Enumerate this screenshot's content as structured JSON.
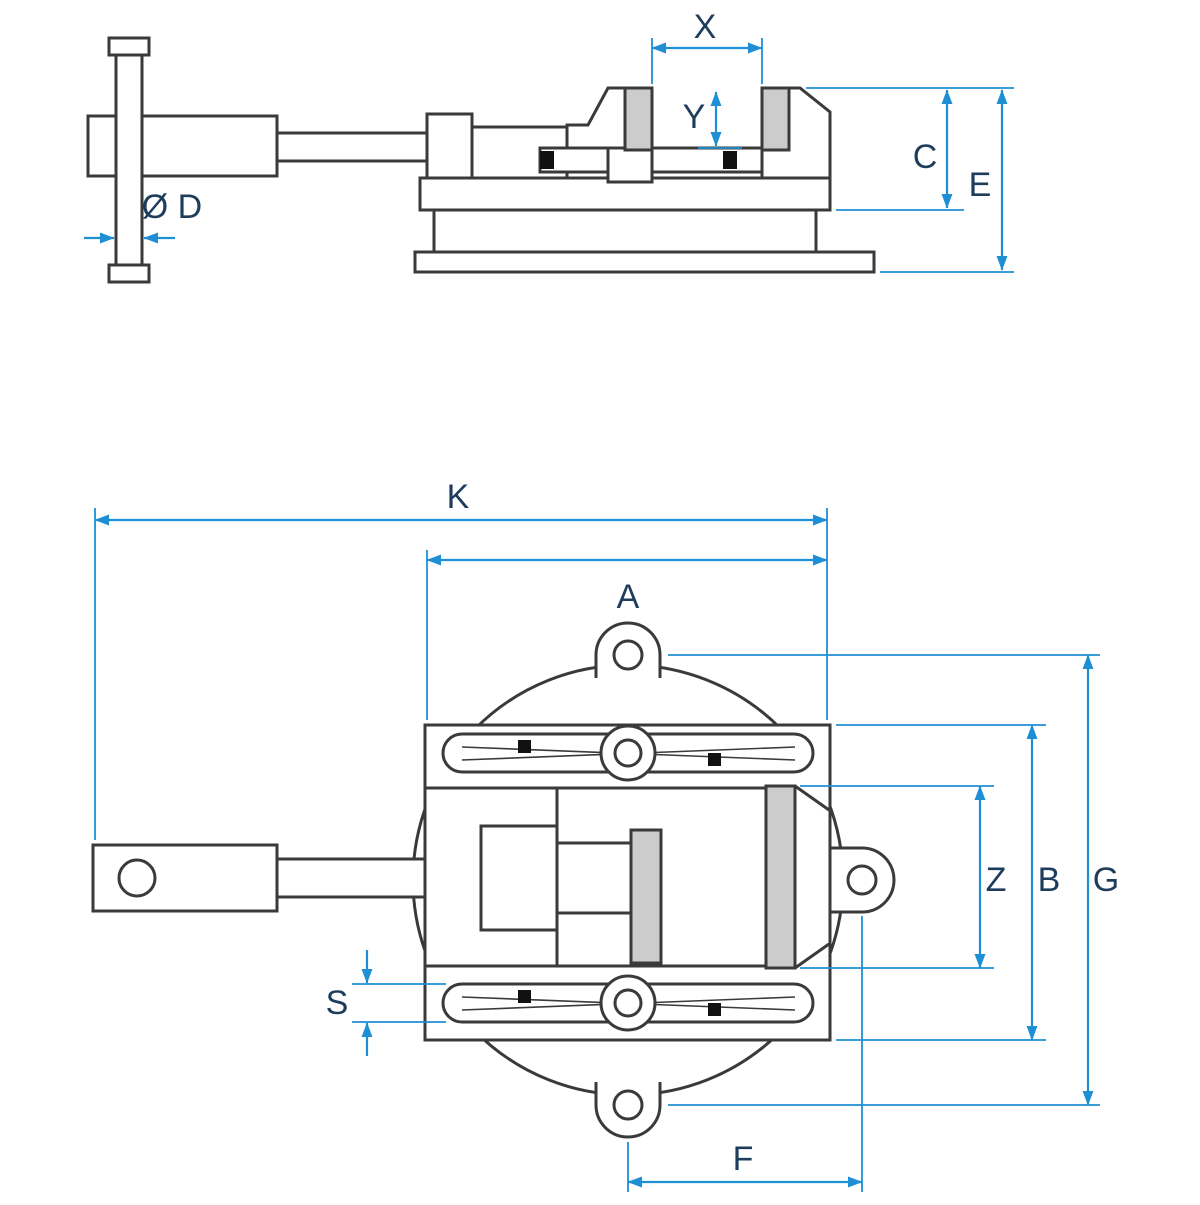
{
  "colors": {
    "background": "#ffffff",
    "line": "#3a3a3a",
    "dim": "#1e8fd5",
    "label": "#1e3d5c",
    "jaw_fill": "#cccccc",
    "black_fill": "#111111"
  },
  "dims": {
    "x": "X",
    "y": "Y",
    "c": "C",
    "e": "E",
    "d": "Ø D",
    "k": "K",
    "a": "A",
    "z": "Z",
    "b": "B",
    "g": "G",
    "s": "S",
    "f": "F"
  }
}
